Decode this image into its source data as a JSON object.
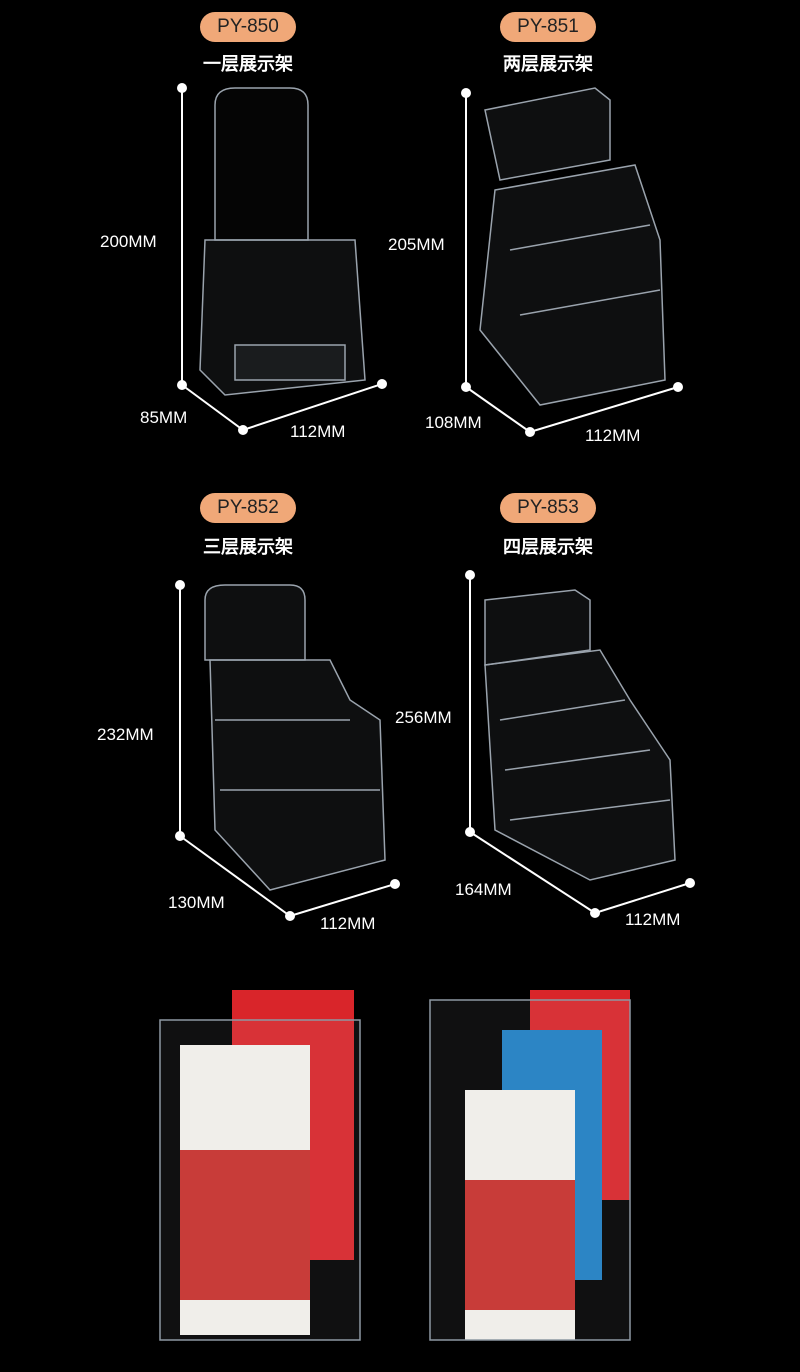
{
  "products": [
    {
      "model": "PY-850",
      "name": "一层展示架",
      "height": "200MM",
      "depth": "85MM",
      "width": "112MM",
      "tiers": 1
    },
    {
      "model": "PY-851",
      "name": "两层展示架",
      "height": "205MM",
      "depth": "108MM",
      "width": "112MM",
      "tiers": 2
    },
    {
      "model": "PY-852",
      "name": "三层展示架",
      "height": "232MM",
      "depth": "130MM",
      "width": "112MM",
      "tiers": 3
    },
    {
      "model": "PY-853",
      "name": "四层展示架",
      "height": "256MM",
      "depth": "164MM",
      "width": "112MM",
      "tiers": 4
    }
  ],
  "colors": {
    "pill": "#f0a878",
    "background": "#000000"
  }
}
